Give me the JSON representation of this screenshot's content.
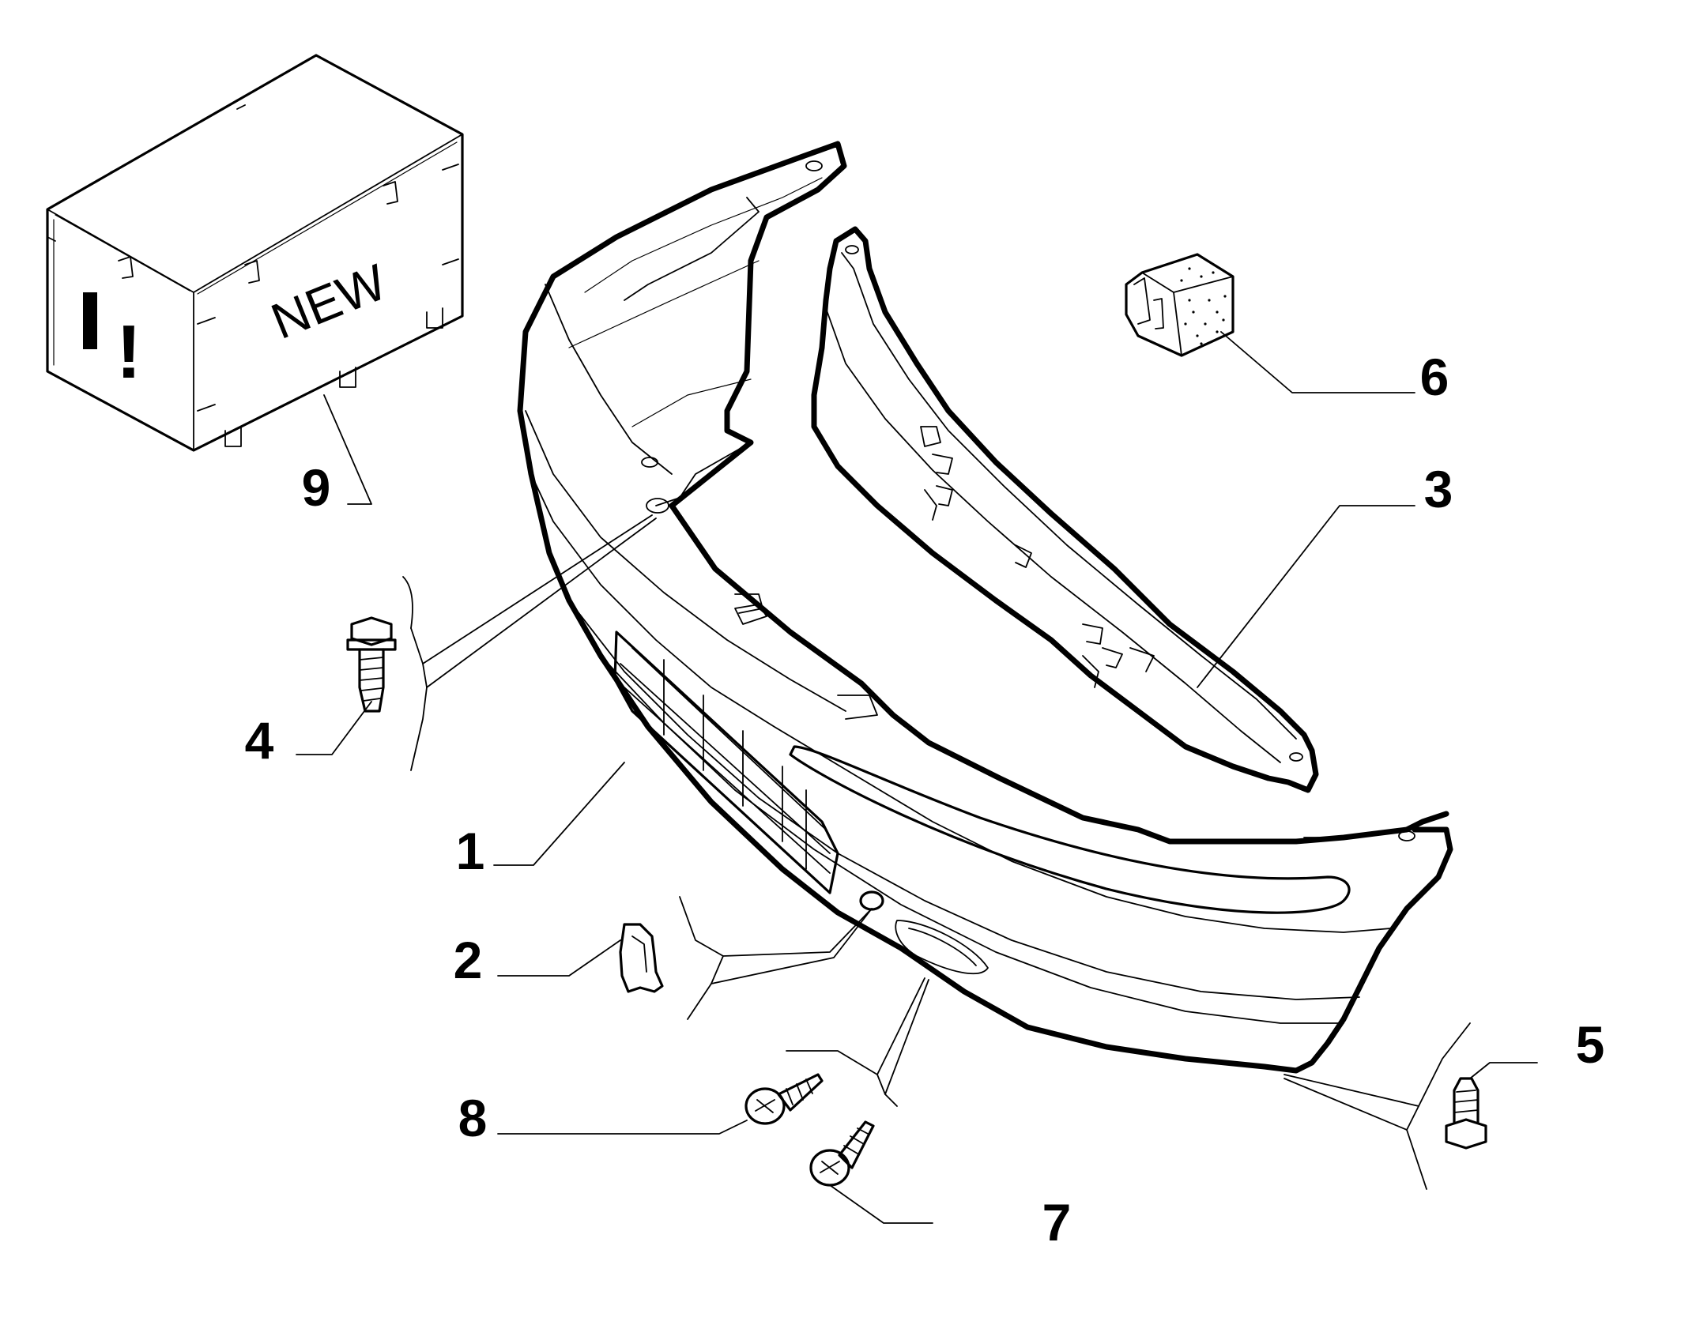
{
  "box": {
    "label": "NEW",
    "mark": "!"
  },
  "callouts": [
    {
      "id": "1",
      "label": "1"
    },
    {
      "id": "2",
      "label": "2"
    },
    {
      "id": "3",
      "label": "3"
    },
    {
      "id": "4",
      "label": "4"
    },
    {
      "id": "5",
      "label": "5"
    },
    {
      "id": "6",
      "label": "6"
    },
    {
      "id": "7",
      "label": "7"
    },
    {
      "id": "8",
      "label": "8"
    },
    {
      "id": "9",
      "label": "9"
    }
  ]
}
